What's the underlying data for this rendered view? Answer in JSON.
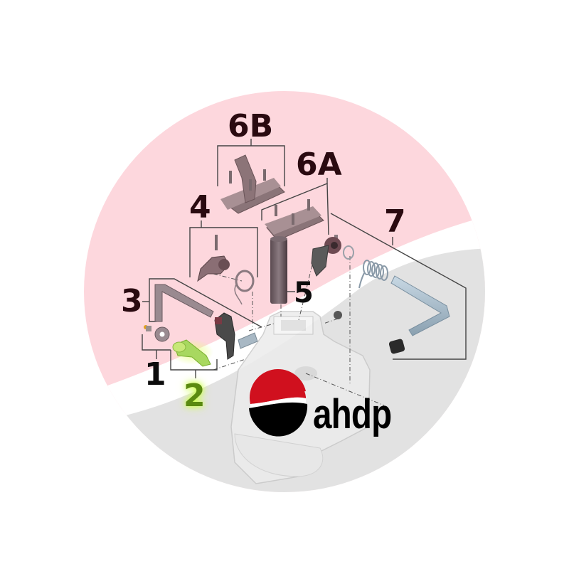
{
  "diagram": {
    "type": "exploded-parts-diagram",
    "colors": {
      "pink_background": "#fdd7dd",
      "grey_background": "#e0e0e0",
      "label_dark": "#2a0a10",
      "highlight_green": "#8fd43a",
      "logo_red": "#d0101e",
      "logo_black": "#000000"
    },
    "labels": [
      {
        "id": "1",
        "text": "1"
      },
      {
        "id": "2",
        "text": "2",
        "highlighted": true
      },
      {
        "id": "3",
        "text": "3"
      },
      {
        "id": "4",
        "text": "4"
      },
      {
        "id": "5",
        "text": "5"
      },
      {
        "id": "6A",
        "text": "6A"
      },
      {
        "id": "6B",
        "text": "6B"
      },
      {
        "id": "7",
        "text": "7"
      }
    ],
    "logo": {
      "text": "ahdp"
    }
  }
}
